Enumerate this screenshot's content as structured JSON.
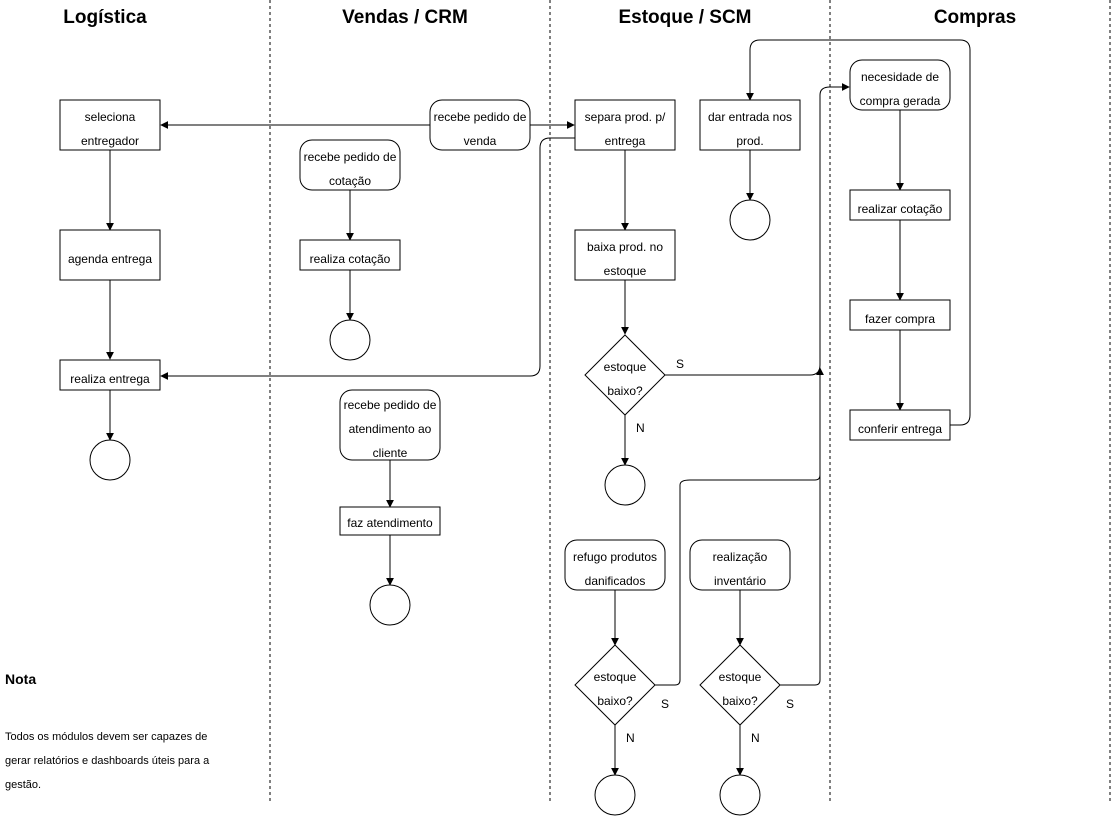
{
  "lanes": [
    {
      "id": "logistica",
      "title": "Logística"
    },
    {
      "id": "vendas",
      "title": "Vendas / CRM"
    },
    {
      "id": "estoque",
      "title": "Estoque / SCM"
    },
    {
      "id": "compras",
      "title": "Compras"
    }
  ],
  "nodes": {
    "log_seleciona": {
      "lines": [
        "seleciona",
        "entregador"
      ]
    },
    "log_agenda": {
      "lines": [
        "agenda entrega"
      ]
    },
    "log_realiza": {
      "lines": [
        "realiza entrega"
      ]
    },
    "ven_pedido_venda": {
      "lines": [
        "recebe pedido de",
        "venda"
      ]
    },
    "ven_pedido_cotacao": {
      "lines": [
        "recebe pedido de",
        "cotação"
      ]
    },
    "ven_realiza_cotacao": {
      "lines": [
        "realiza cotação"
      ]
    },
    "ven_pedido_atend": {
      "lines": [
        "recebe pedido de",
        "atendimento ao",
        "cliente"
      ]
    },
    "ven_faz_atend": {
      "lines": [
        "faz atendimento"
      ]
    },
    "est_separa": {
      "lines": [
        "separa prod. p/",
        "entrega"
      ]
    },
    "est_baixa": {
      "lines": [
        "baixa prod. no",
        "estoque"
      ]
    },
    "est_dec1": {
      "lines": [
        "estoque",
        "baixo?"
      ]
    },
    "est_entrada": {
      "lines": [
        "dar entrada nos",
        "prod."
      ]
    },
    "est_refugo": {
      "lines": [
        "refugo produtos",
        "danificados"
      ]
    },
    "est_dec2": {
      "lines": [
        "estoque",
        "baixo?"
      ]
    },
    "est_inventario": {
      "lines": [
        "realização",
        "inventário"
      ]
    },
    "est_dec3": {
      "lines": [
        "estoque",
        "baixo?"
      ]
    },
    "com_necesidade": {
      "lines": [
        "necesidade de",
        "compra gerada"
      ]
    },
    "com_cotacao": {
      "lines": [
        "realizar cotação"
      ]
    },
    "com_compra": {
      "lines": [
        "fazer compra"
      ]
    },
    "com_conferir": {
      "lines": [
        "conferir entrega"
      ]
    }
  },
  "edge_labels": {
    "dec1_yes": "S",
    "dec1_no": "N",
    "dec2_yes": "S",
    "dec2_no": "N",
    "dec3_yes": "S",
    "dec3_no": "N"
  },
  "note": {
    "title": "Nota",
    "lines": [
      "Todos os módulos devem ser capazes de",
      "gerar relatórios e dashboards úteis para a",
      "gestão."
    ]
  }
}
